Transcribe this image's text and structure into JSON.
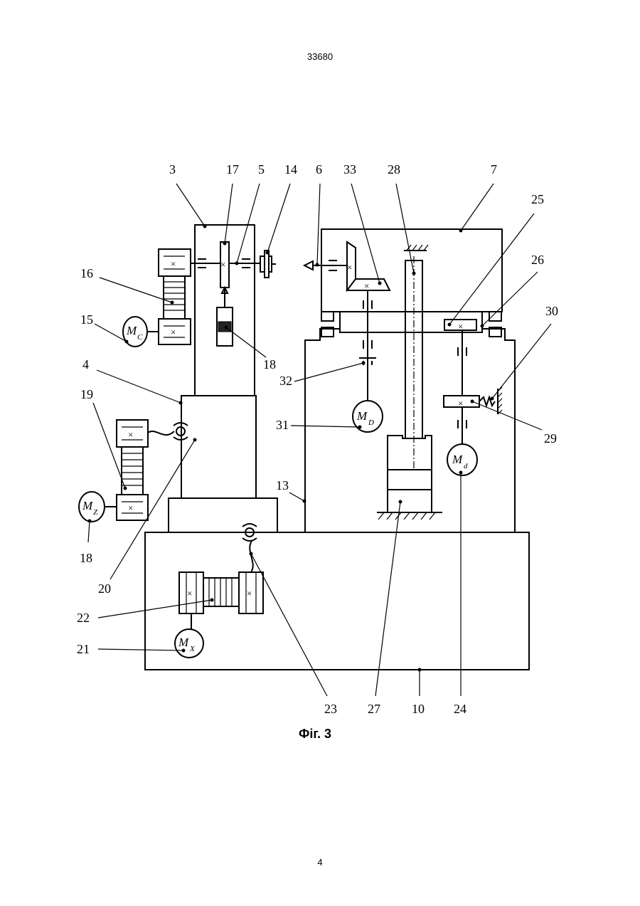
{
  "page": {
    "doc_number": "33680",
    "page_number": "4"
  },
  "figure": {
    "caption": "Фіг. 3",
    "labels": {
      "l3": "3",
      "l17": "17",
      "l5": "5",
      "l14": "14",
      "l6": "6",
      "l33": "33",
      "l28": "28",
      "l7": "7",
      "l25": "25",
      "l26": "26",
      "l30": "30",
      "l16": "16",
      "l15": "15",
      "l18a": "18",
      "l4": "4",
      "l19": "19",
      "l32": "32",
      "l31": "31",
      "l29": "29",
      "l13": "13",
      "l18b": "18",
      "l20": "20",
      "l22": "22",
      "l21": "21",
      "l23": "23",
      "l27": "27",
      "l10": "10",
      "l24": "24"
    },
    "motors": {
      "mc": {
        "main": "M",
        "sub": "C"
      },
      "mz": {
        "main": "M",
        "sub": "Z"
      },
      "mx": {
        "main": "M",
        "sub": "X"
      },
      "md_upper": {
        "main": "M",
        "sub": "D"
      },
      "md_lower": {
        "main": "M",
        "sub": "d"
      }
    }
  }
}
